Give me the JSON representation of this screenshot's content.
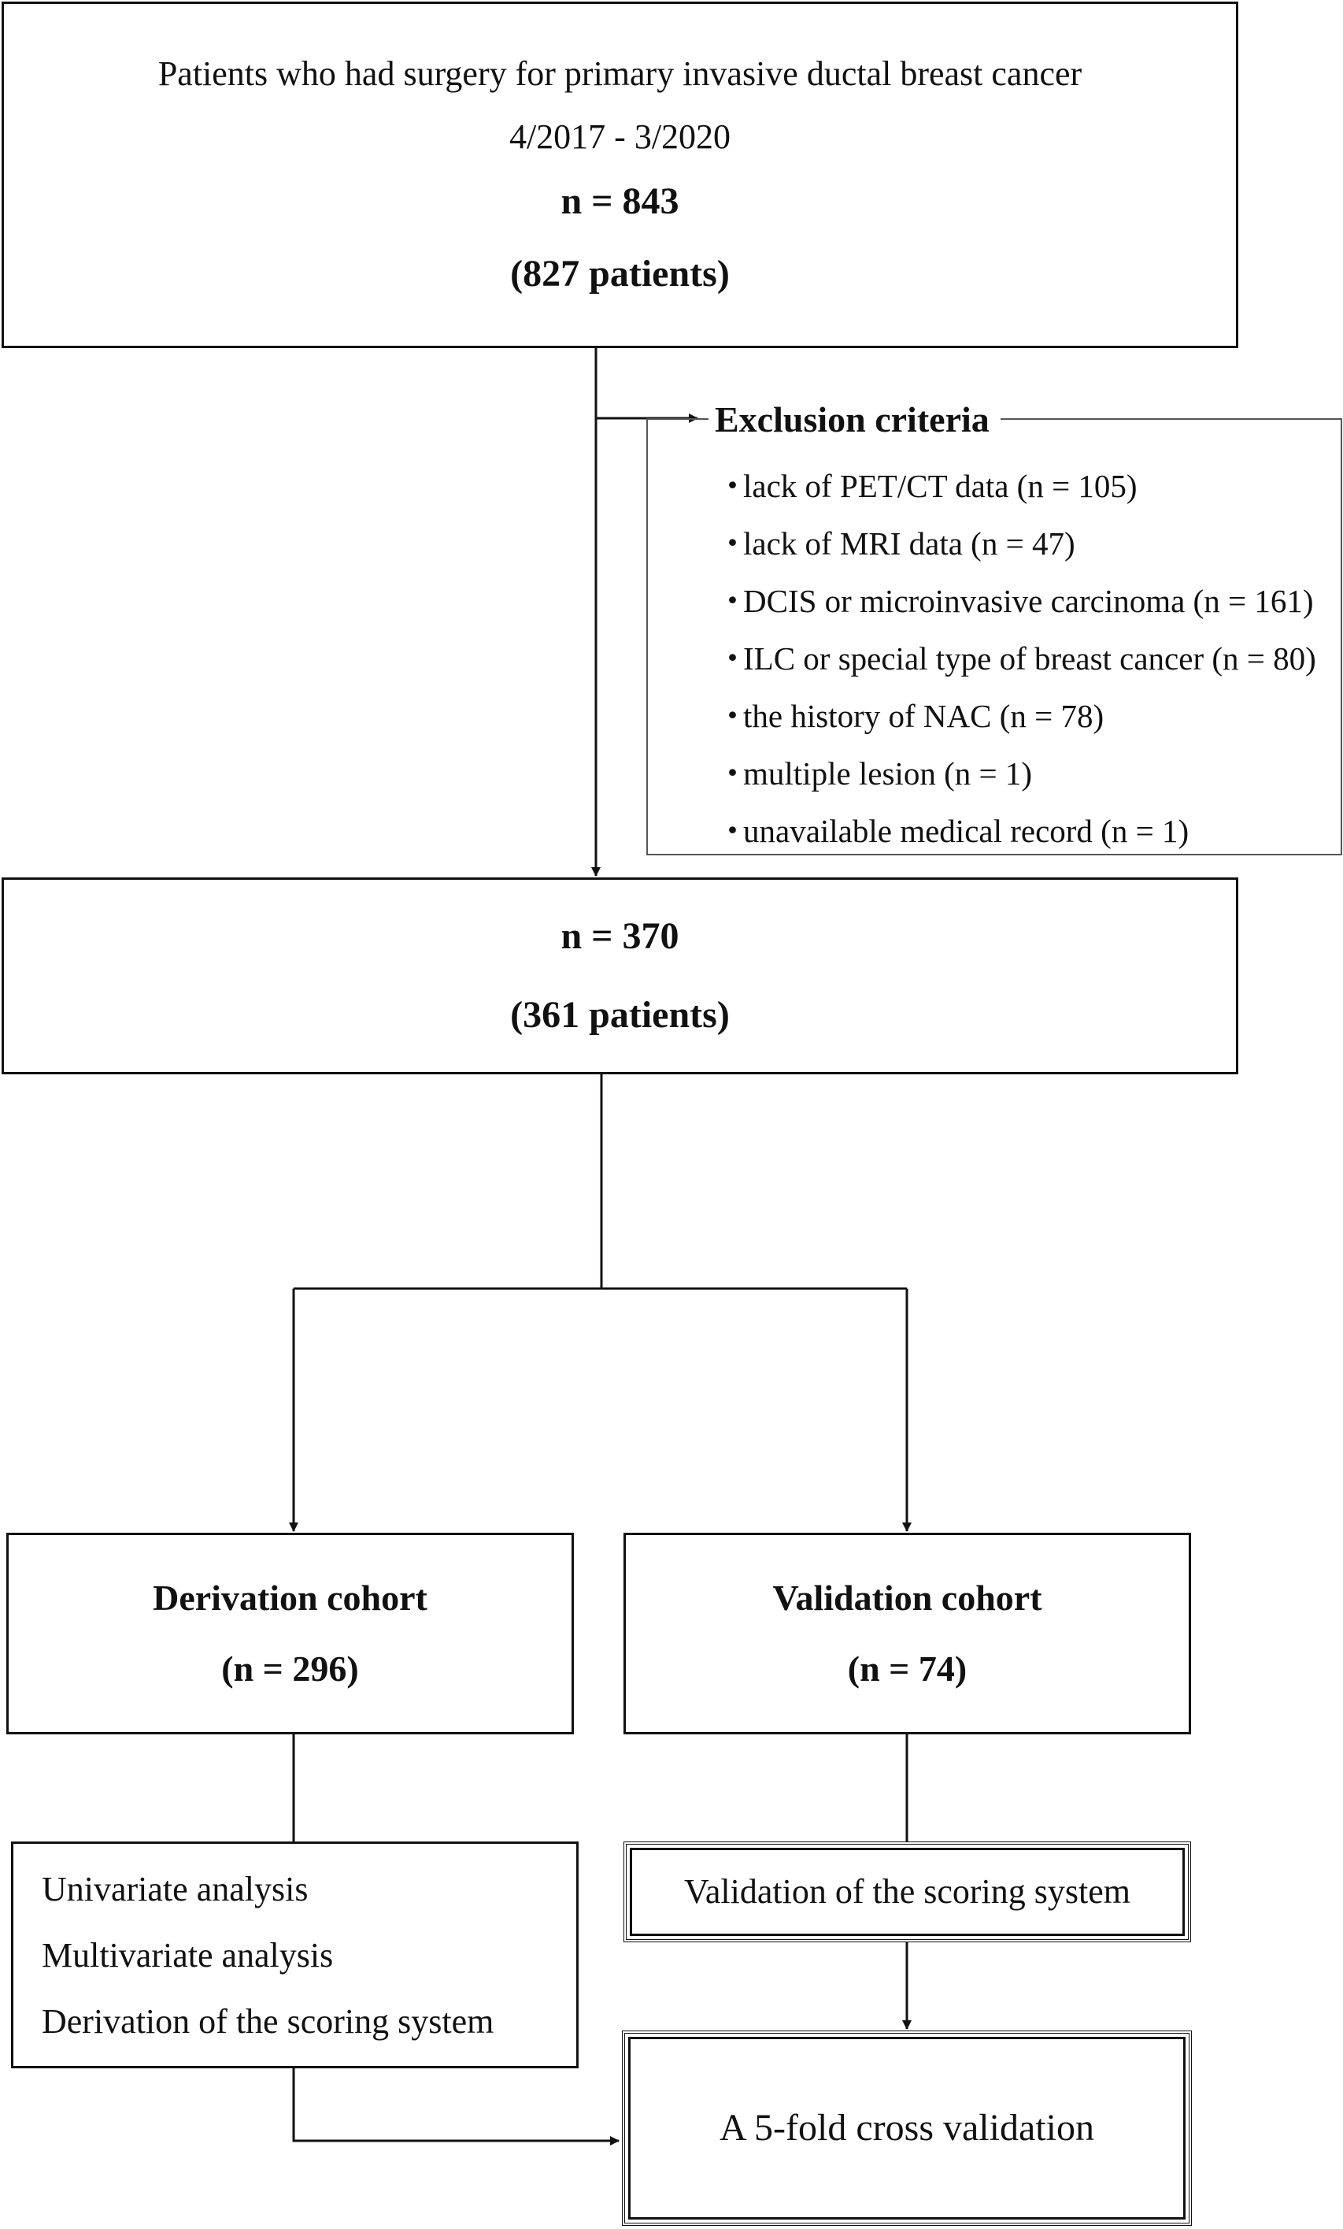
{
  "boxes": {
    "start": {
      "line1": "Patients who had surgery for primary invasive ductal breast cancer",
      "line2": "4/2017 - 3/2020",
      "line3": "n = 843",
      "line4": "(827  patients)"
    },
    "exclusion": {
      "title": "Exclusion criteria",
      "items": [
        "lack of PET/CT data (n = 105)",
        "lack of MRI data (n = 47)",
        "DCIS or microinvasive carcinoma (n = 161)",
        "ILC or special type of breast cancer (n = 80)",
        "the history of NAC (n = 78)",
        "multiple lesion (n = 1)",
        "unavailable medical record (n = 1)"
      ],
      "bullet": "・"
    },
    "included": {
      "line1": "n = 370",
      "line2": "(361 patients)"
    },
    "derivation": {
      "line1": "Derivation cohort",
      "line2": "(n = 296)"
    },
    "validation": {
      "line1": "Validation cohort",
      "line2": "(n = 74)"
    },
    "analysis": {
      "items": [
        "Univariate analysis",
        "Multivariate analysis",
        "Derivation of the scoring system"
      ]
    },
    "validation_scoring": {
      "line1": "Validation of the scoring system"
    },
    "cross_validation": {
      "line1": "A 5-fold cross validation"
    }
  }
}
